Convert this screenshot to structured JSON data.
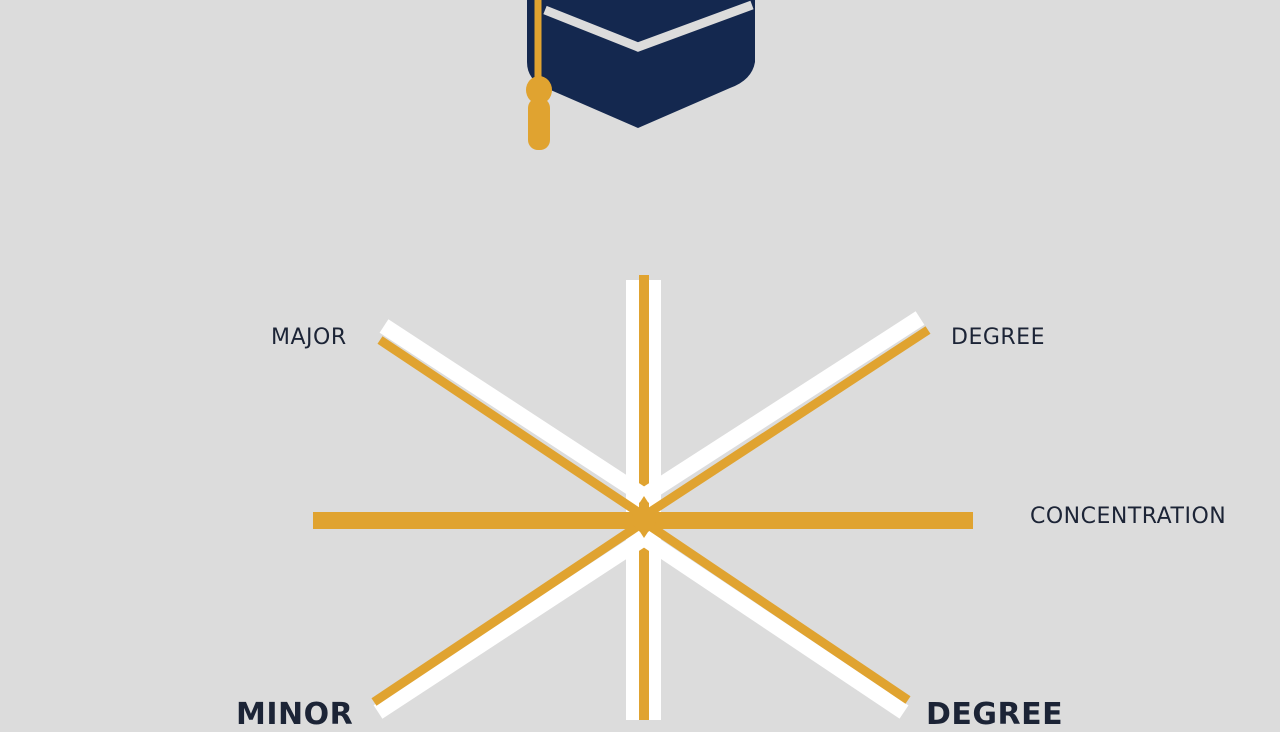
{
  "colors": {
    "background": "#dcdcdc",
    "navy": "#14284f",
    "gold": "#e0a330",
    "white": "#ffffff",
    "text": "#1c2436"
  },
  "icons": {
    "cap": "graduation-cap-icon",
    "tassel": "tassel-icon"
  },
  "labels": {
    "top_left": "MAJOR",
    "top_right": "DEGREE",
    "right": "CONCENTRATION",
    "bottom_left": "MINOR",
    "bottom_right": "DEGREE"
  }
}
